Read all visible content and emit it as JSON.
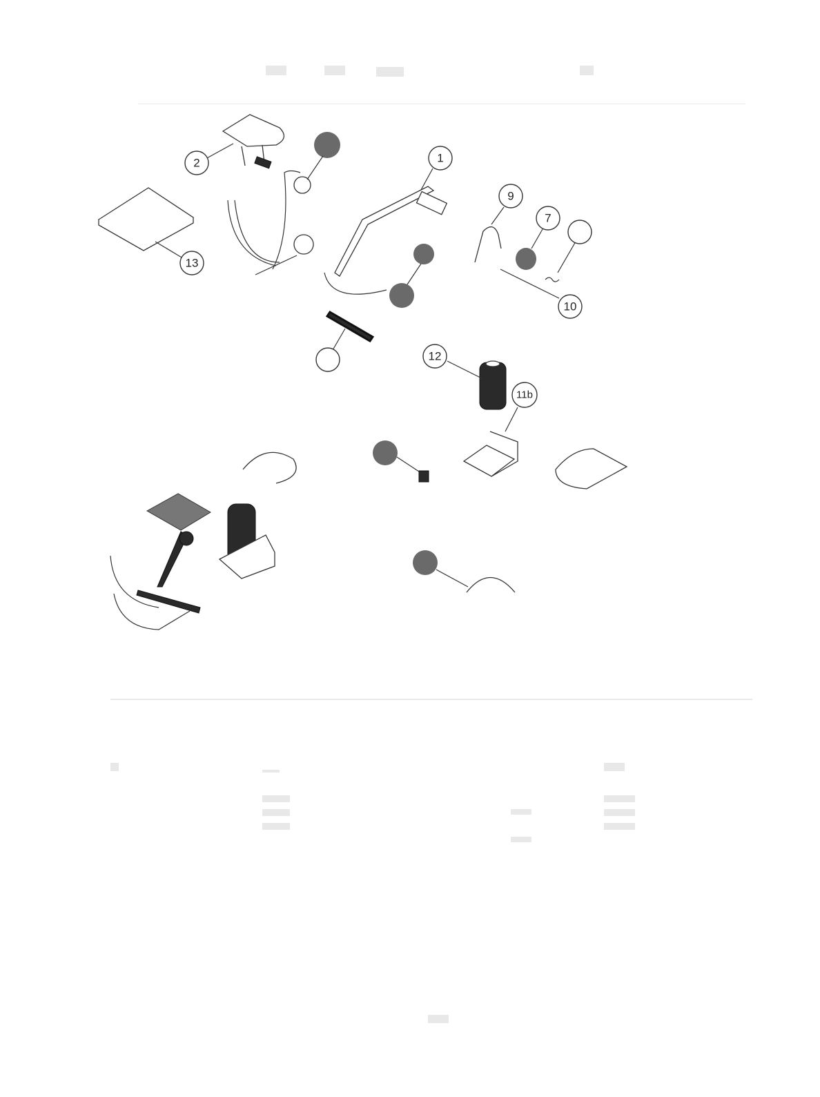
{
  "diagram": {
    "callouts": [
      {
        "id": "c2",
        "label": "2"
      },
      {
        "id": "c1",
        "label": "1"
      },
      {
        "id": "c13",
        "label": "13"
      },
      {
        "id": "c9",
        "label": "9"
      },
      {
        "id": "c7",
        "label": "7"
      },
      {
        "id": "c10",
        "label": "10"
      },
      {
        "id": "c12",
        "label": "12"
      },
      {
        "id": "c11b",
        "label": "11b"
      },
      {
        "id": "cblank1",
        "label": ""
      },
      {
        "id": "cblank2",
        "label": ""
      }
    ]
  }
}
